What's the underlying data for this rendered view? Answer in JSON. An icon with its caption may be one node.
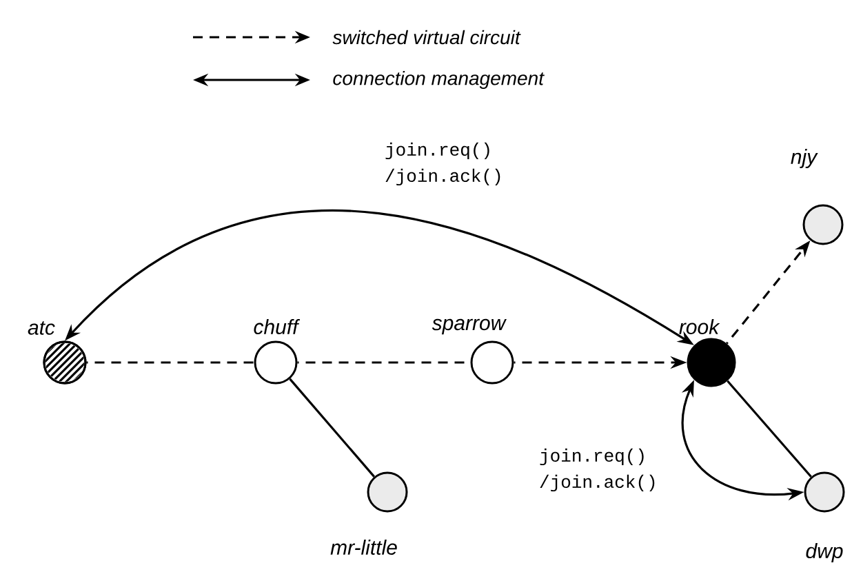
{
  "diagram": {
    "nodes": [
      {
        "text": [
          "atc"
        ]
      },
      {
        "text": [
          "chuff"
        ]
      },
      {
        "text": [
          "sparrow"
        ]
      },
      {
        "text": [
          "rook"
        ]
      },
      {
        "text": [
          "njy"
        ]
      },
      {
        "text": [
          "mr-little"
        ]
      },
      {
        "text": [
          "dwp"
        ]
      }
    ],
    "edges": [
      {
        "from": 0,
        "to": 1,
        "arrow": "none",
        "style": "dashed"
      },
      {
        "from": 1,
        "to": 2,
        "arrow": "none",
        "style": "dashed"
      },
      {
        "from": 2,
        "to": 3,
        "arrow": "to",
        "style": "dashed"
      },
      {
        "from": 3,
        "to": 4,
        "arrow": "to",
        "style": "dashed"
      },
      {
        "from": 1,
        "to": 5,
        "arrow": "none"
      },
      {
        "from": 3,
        "to": 6,
        "arrow": "none"
      },
      {
        "from": 3,
        "to": 0,
        "arrow": "both",
        "label": "join.req() /join.ack()"
      },
      {
        "from": 3,
        "to": 6,
        "arrow": "both",
        "label": "join.req() /join.ack()"
      }
    ],
    "legend": [
      {
        "text": "switched virtual circuit"
      },
      {
        "text": "connection management"
      }
    ]
  }
}
